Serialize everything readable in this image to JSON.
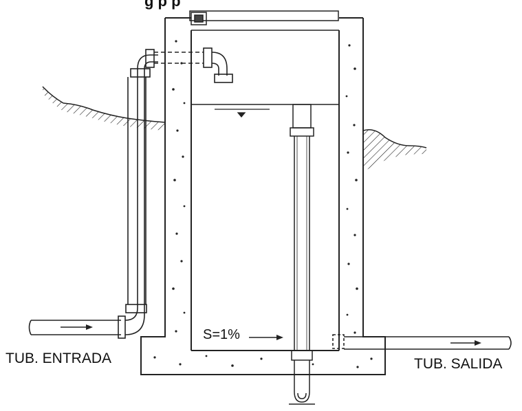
{
  "title": "g                              p  p",
  "labels": {
    "inlet": "TUB. ENTRADA",
    "outlet": "TUB. SALIDA",
    "slope": "S=1%"
  }
}
